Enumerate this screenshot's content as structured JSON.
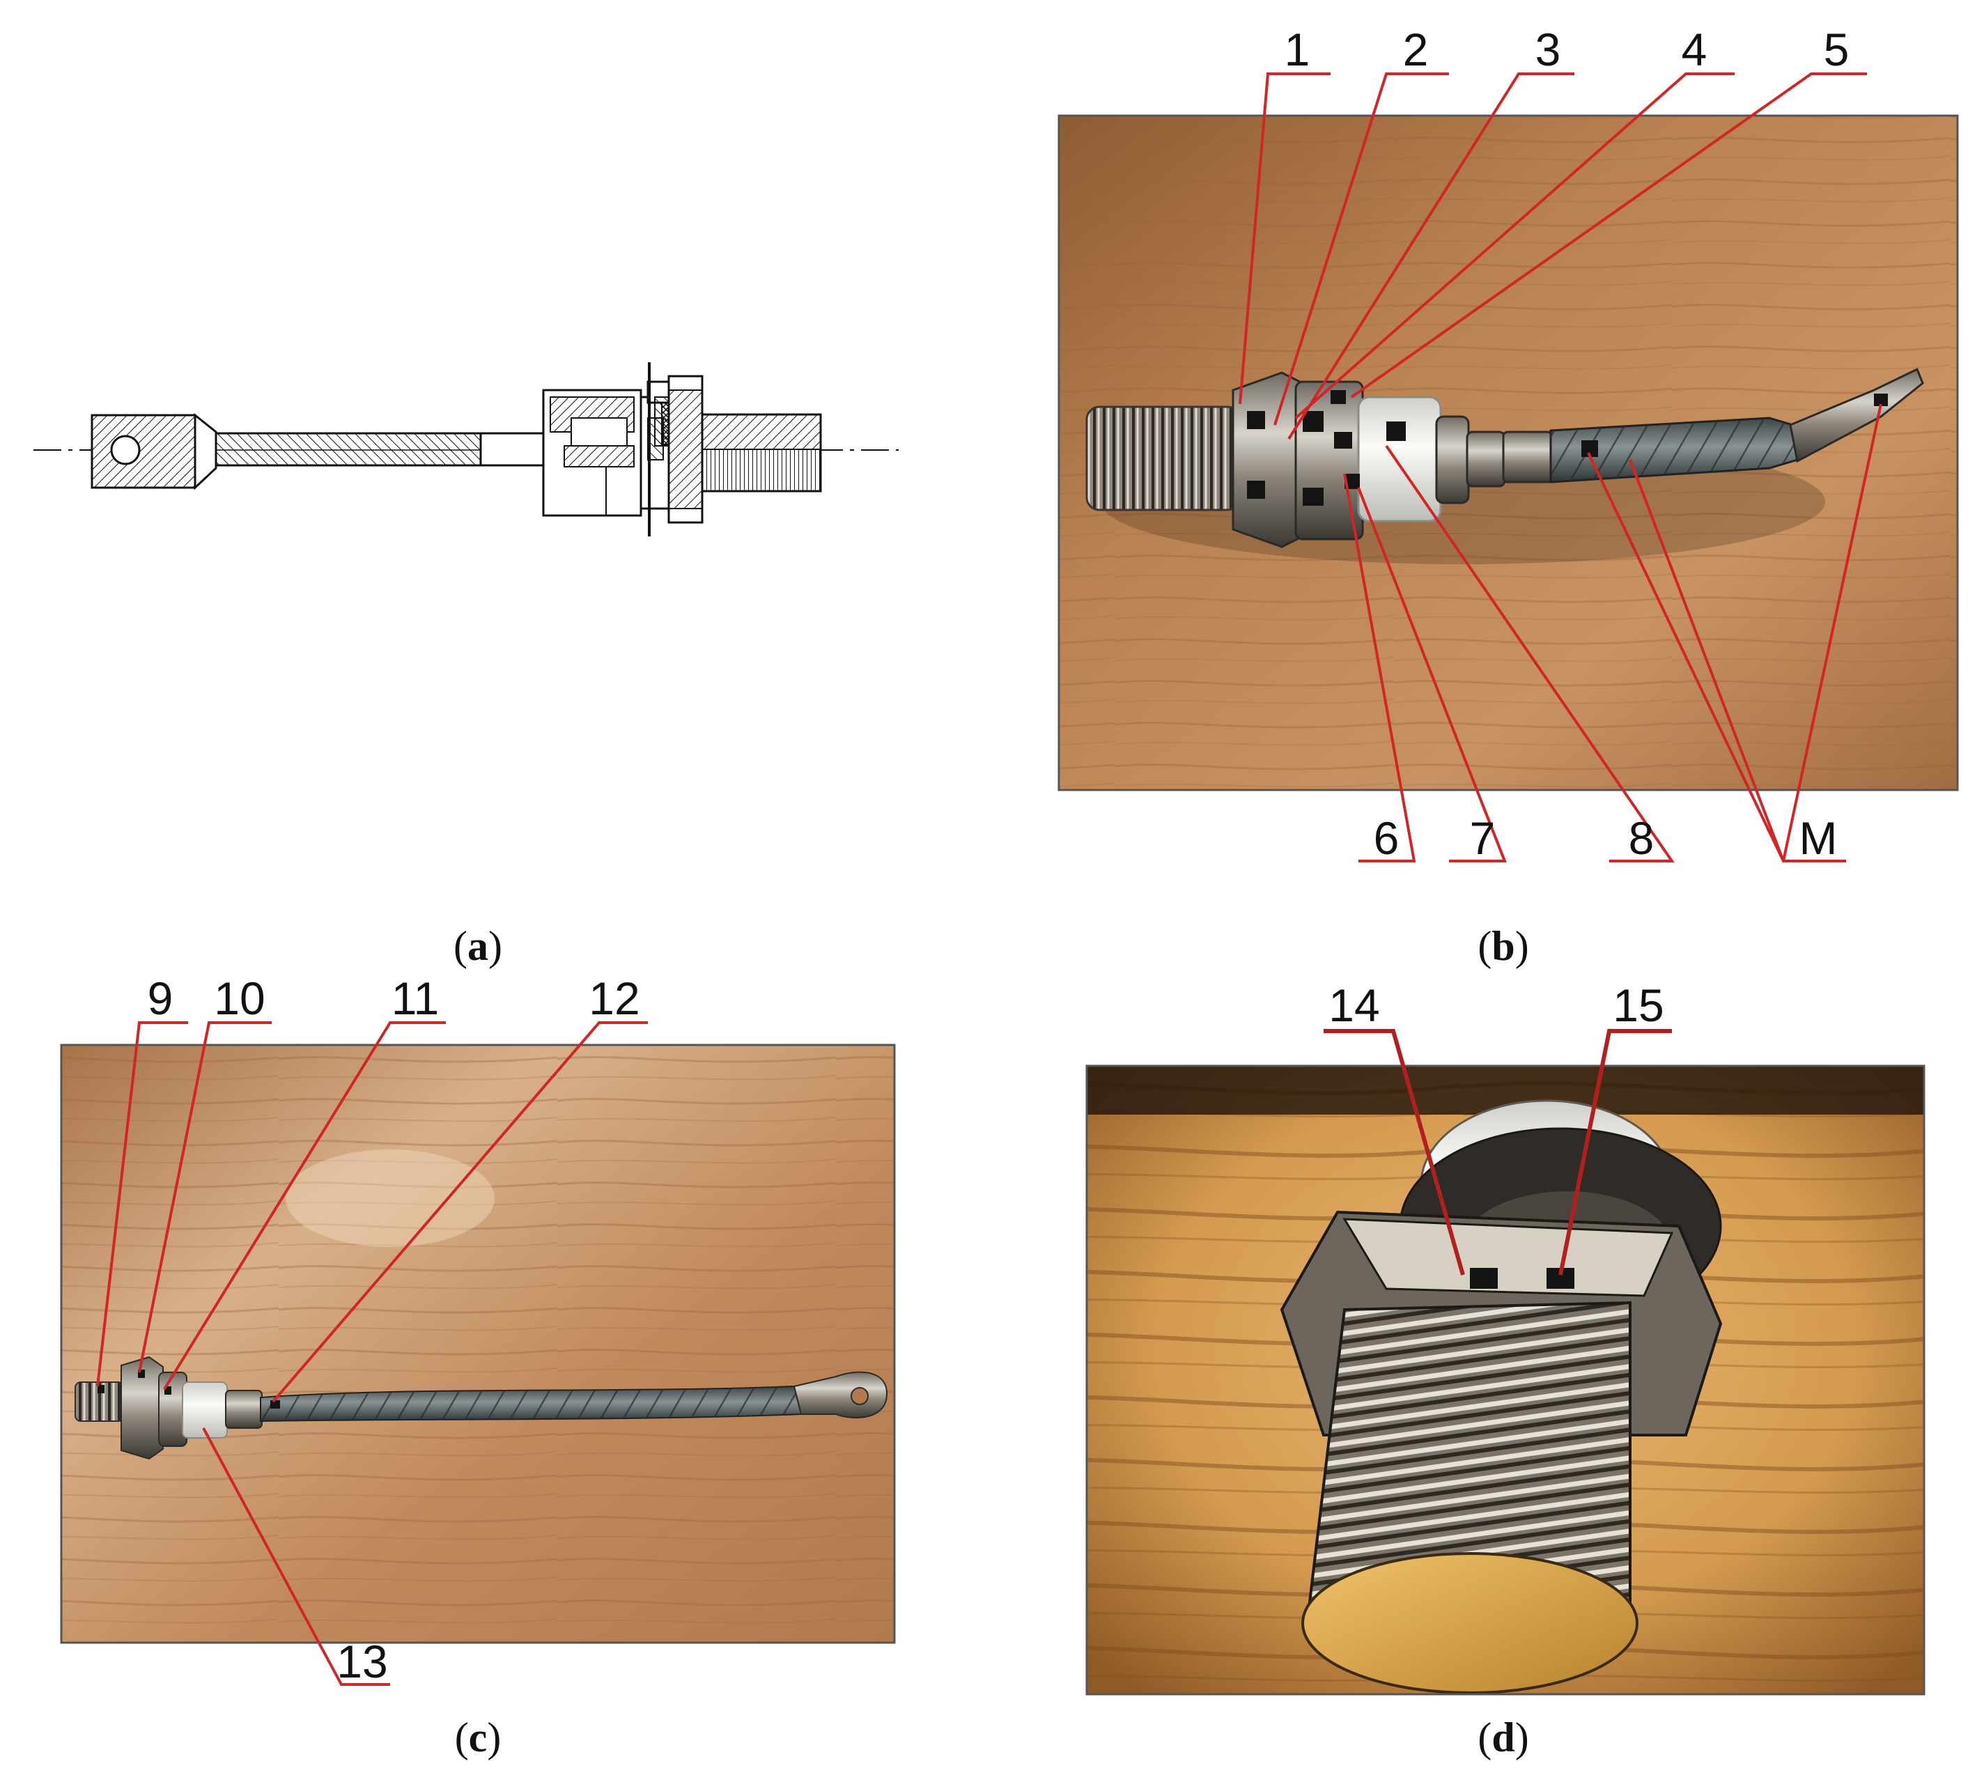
{
  "panels": {
    "a": {
      "caption_open": "(",
      "caption_letter": "a",
      "caption_close": ")"
    },
    "b": {
      "caption_open": "(",
      "caption_letter": "b",
      "caption_close": ")",
      "labels": [
        "1",
        "2",
        "3",
        "4",
        "5",
        "6",
        "7",
        "8",
        "M"
      ]
    },
    "c": {
      "caption_open": "(",
      "caption_letter": "c",
      "caption_close": ")",
      "labels": [
        "9",
        "10",
        "11",
        "12",
        "13"
      ]
    },
    "d": {
      "caption_open": "(",
      "caption_letter": "d",
      "caption_close": ")",
      "labels": [
        "14",
        "15"
      ]
    }
  },
  "colors": {
    "leader_line": "#d02626",
    "table_wood": "#c28a55",
    "table_wood_light": "#e2b784",
    "braided_cable": "#5d6668",
    "metal_thread": "#9e968c",
    "ceramic_body": "#f2f2ee",
    "marker_dot": "#141414"
  }
}
